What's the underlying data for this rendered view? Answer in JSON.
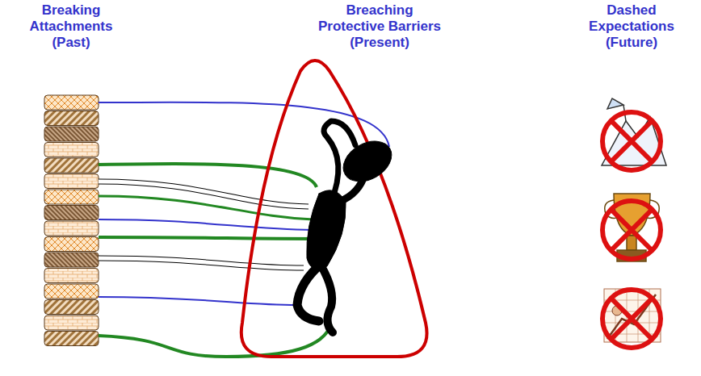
{
  "diagram": {
    "labels": [
      "Breaking Attachments (Past)",
      "Breaching Protective Barriers (Present)",
      "Dashed Expectations (Future)"
    ]
  }
}
